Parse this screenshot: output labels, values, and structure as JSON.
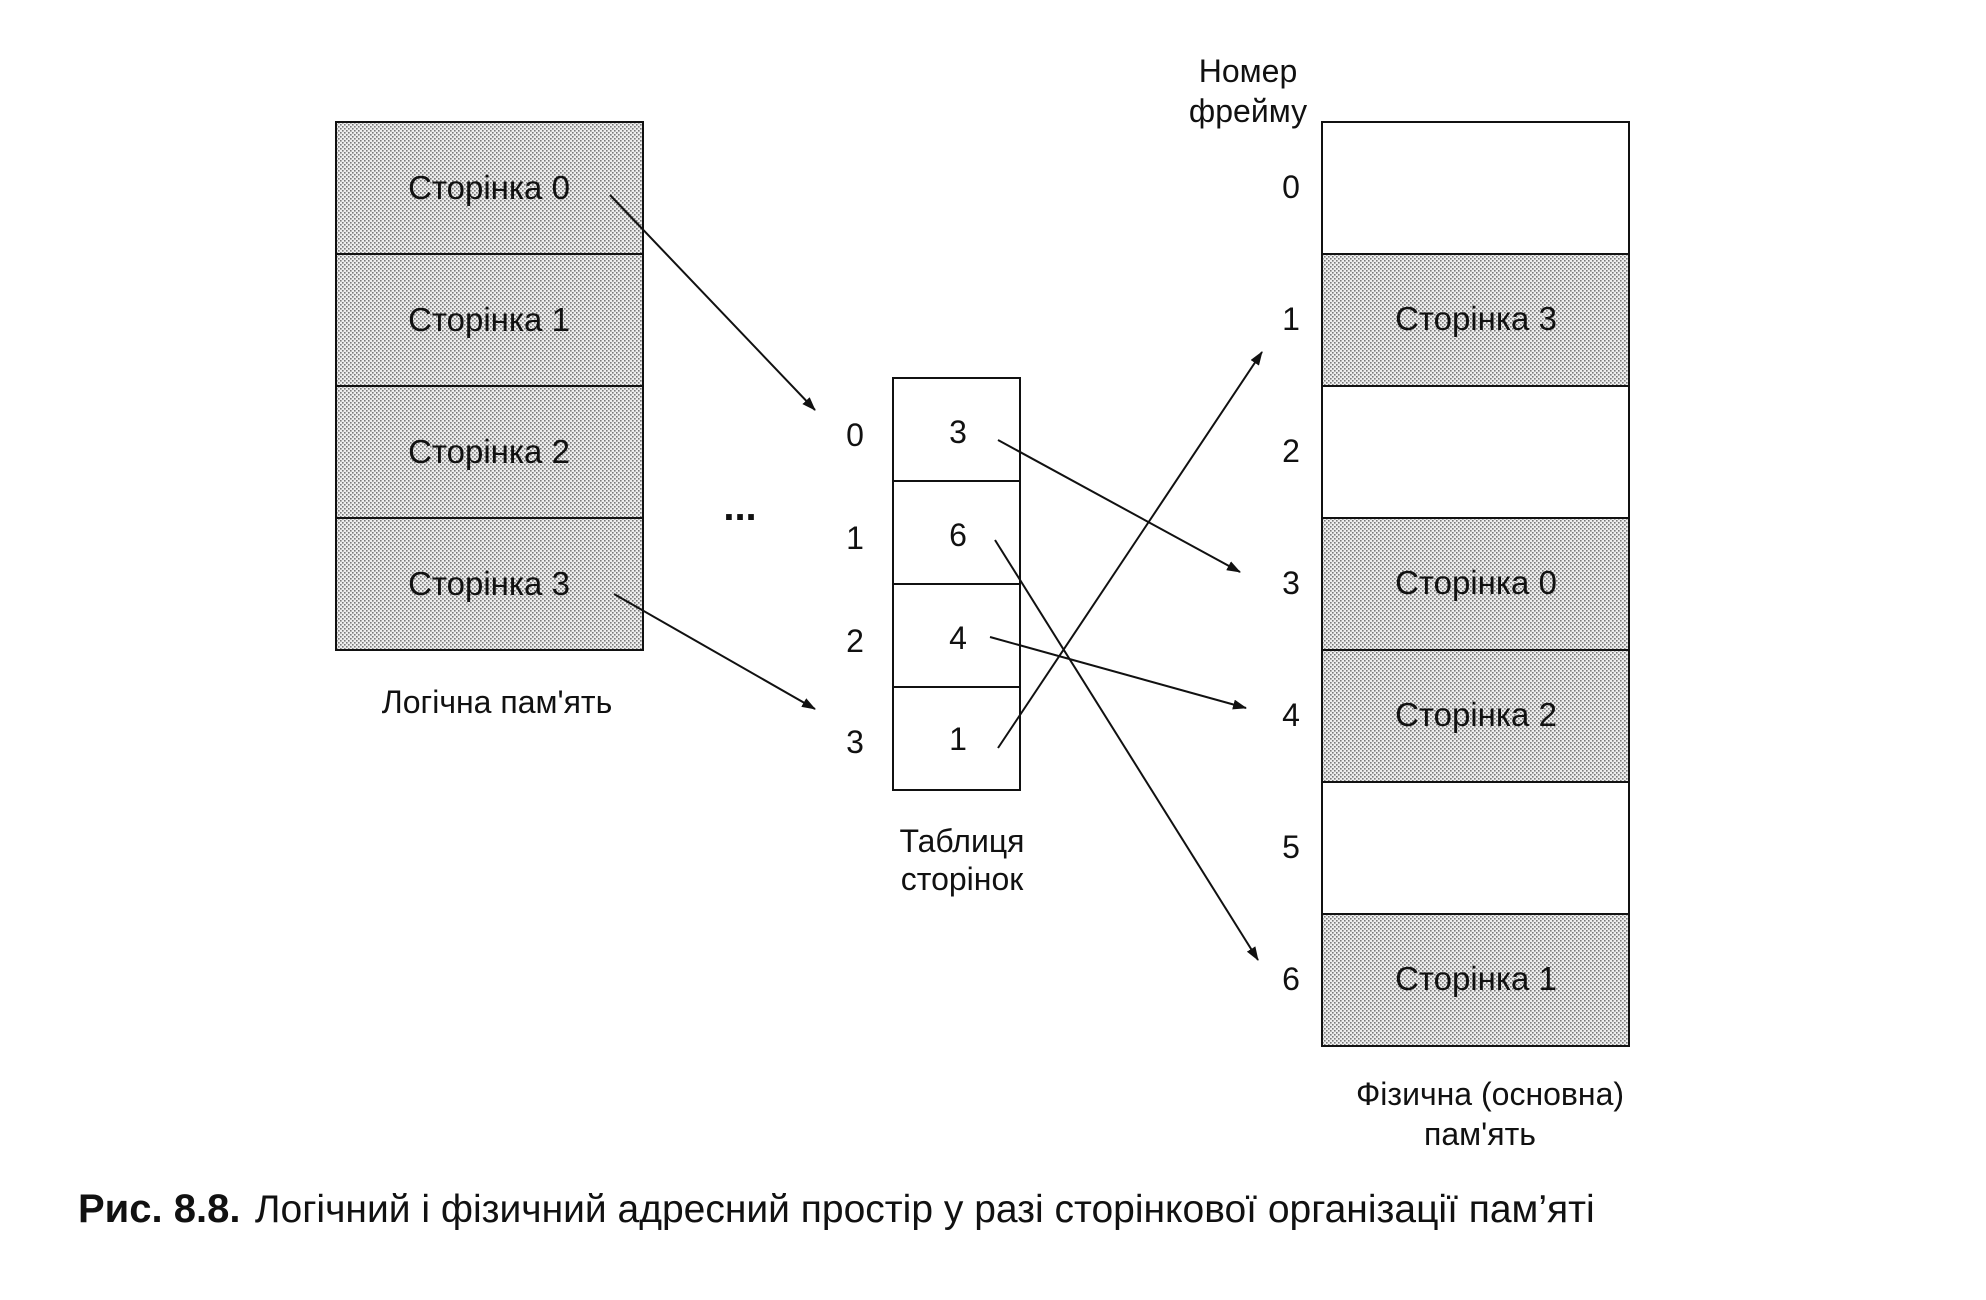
{
  "logical_memory": {
    "label": "Логічна пам'ять",
    "pages": [
      "Сторінка 0",
      "Сторінка 1",
      "Сторінка 2",
      "Сторінка 3"
    ]
  },
  "ellipsis": "...",
  "page_table": {
    "label_line1": "Таблиця",
    "label_line2": "сторінок",
    "rows": [
      {
        "index": "0",
        "frame": "3"
      },
      {
        "index": "1",
        "frame": "6"
      },
      {
        "index": "2",
        "frame": "4"
      },
      {
        "index": "3",
        "frame": "1"
      }
    ]
  },
  "physical_memory": {
    "frame_header_line1": "Номер",
    "frame_header_line2": "фрейму",
    "label_line1": "Фізична (основна)",
    "label_line2": "пам'ять",
    "frames": [
      {
        "number": "0",
        "content": ""
      },
      {
        "number": "1",
        "content": "Сторінка 3"
      },
      {
        "number": "2",
        "content": ""
      },
      {
        "number": "3",
        "content": "Сторінка 0"
      },
      {
        "number": "4",
        "content": "Сторінка 2"
      },
      {
        "number": "5",
        "content": ""
      },
      {
        "number": "6",
        "content": "Сторінка 1"
      }
    ]
  },
  "caption": {
    "number": "Рис. 8.8.",
    "text": "Логічний і фізичний адресний простір у разі сторінкової організації пам’яті"
  },
  "colors": {
    "ink": "#111111",
    "fill_shaded": "#d9d9d9"
  }
}
